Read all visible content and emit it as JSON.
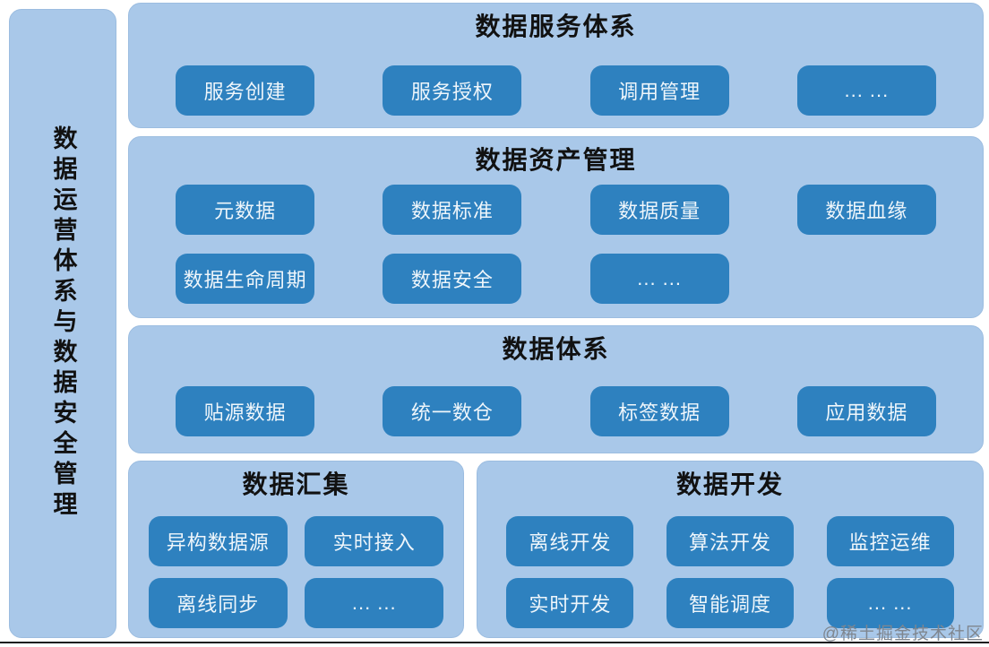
{
  "sidebar": {
    "label": "数据运营体系与数据安全管理"
  },
  "panels": {
    "service": {
      "title": "数据服务体系",
      "buttons": [
        "服务创建",
        "服务授权",
        "调用管理",
        "... ..."
      ]
    },
    "asset": {
      "title": "数据资产管理",
      "row1": [
        "元数据",
        "数据标准",
        "数据质量",
        "数据血缘"
      ],
      "row2": [
        "数据生命周期",
        "数据安全",
        "... ..."
      ]
    },
    "data": {
      "title": "数据体系",
      "buttons": [
        "贴源数据",
        "统一数仓",
        "标签数据",
        "应用数据"
      ]
    },
    "collect": {
      "title": "数据汇集",
      "row1": [
        "异构数据源",
        "实时接入"
      ],
      "row2": [
        "离线同步",
        "... ..."
      ]
    },
    "dev": {
      "title": "数据开发",
      "row1": [
        "离线开发",
        "算法开发",
        "监控运维"
      ],
      "row2": [
        "实时开发",
        "智能调度",
        "... ..."
      ]
    }
  },
  "watermark": "@稀土掘金技术社区",
  "colors": {
    "panel_bg": "#a9c8e9",
    "panel_edge": "#9cbde0",
    "node_bg": "#2e81bf",
    "node_text": "#eff6fb",
    "title_text": "#111111",
    "watermark": "#7f868f",
    "bottom_line": "#16181d"
  }
}
